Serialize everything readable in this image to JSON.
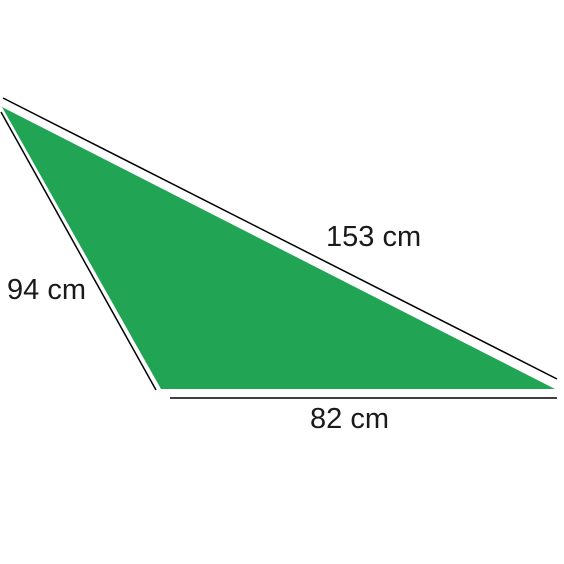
{
  "figure": {
    "shape_color": "#21a555",
    "line_color": "#000000",
    "side_labels": {
      "left": "94 cm",
      "top": "153 cm",
      "bottom": "82 cm"
    }
  }
}
